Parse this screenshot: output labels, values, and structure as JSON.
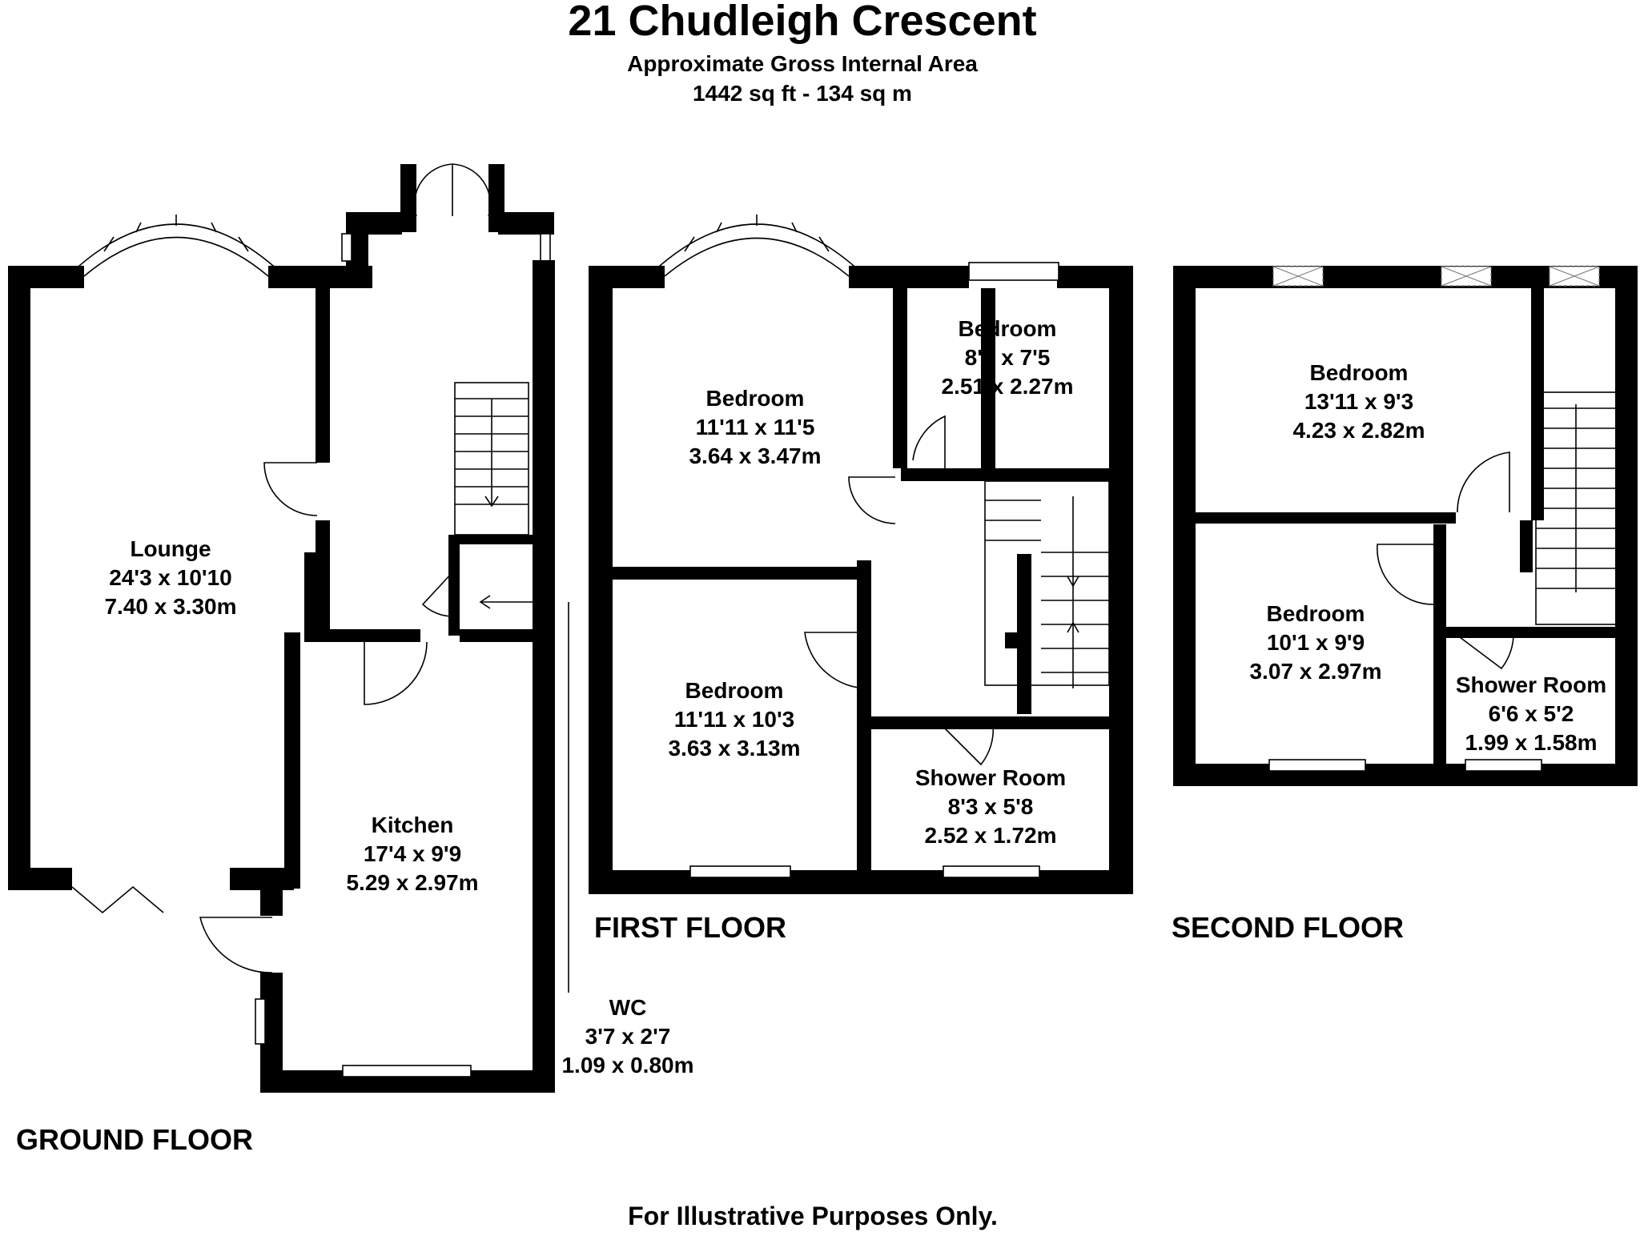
{
  "header": {
    "title": "21 Chudleigh Crescent",
    "subtitle": "Approximate Gross Internal Area",
    "area": "1442 sq ft - 134 sq m"
  },
  "floors": {
    "ground": "GROUND FLOOR",
    "first": "FIRST FLOOR",
    "second": "SECOND FLOOR"
  },
  "rooms": {
    "lounge": {
      "name": "Lounge",
      "imperial": "24'3 x 10'10",
      "metric": "7.40 x 3.30m"
    },
    "kitchen": {
      "name": "Kitchen",
      "imperial": "17'4 x 9'9",
      "metric": "5.29 x 2.97m"
    },
    "wc": {
      "name": "WC",
      "imperial": "3'7 x 2'7",
      "metric": "1.09 x 0.80m"
    },
    "ff_bed_front": {
      "name": "Bedroom",
      "imperial": "11'11 x 11'5",
      "metric": "3.64 x 3.47m"
    },
    "ff_bed_small": {
      "name": "Bedroom",
      "imperial": "8'3 x 7'5",
      "metric": "2.51 x 2.27m"
    },
    "ff_bed_rear": {
      "name": "Bedroom",
      "imperial": "11'11 x 10'3",
      "metric": "3.63 x 3.13m"
    },
    "ff_shower": {
      "name": "Shower Room",
      "imperial": "8'3 x 5'8",
      "metric": "2.52 x 1.72m"
    },
    "sf_bed_front": {
      "name": "Bedroom",
      "imperial": "13'11 x 9'3",
      "metric": "4.23 x 2.82m"
    },
    "sf_bed_rear": {
      "name": "Bedroom",
      "imperial": "10'1 x 9'9",
      "metric": "3.07 x 2.97m"
    },
    "sf_shower": {
      "name": "Shower Room",
      "imperial": "6'6 x 5'2",
      "metric": "1.99 x 1.58m"
    }
  },
  "footer": {
    "disclaimer": "For Illustrative Purposes Only."
  }
}
